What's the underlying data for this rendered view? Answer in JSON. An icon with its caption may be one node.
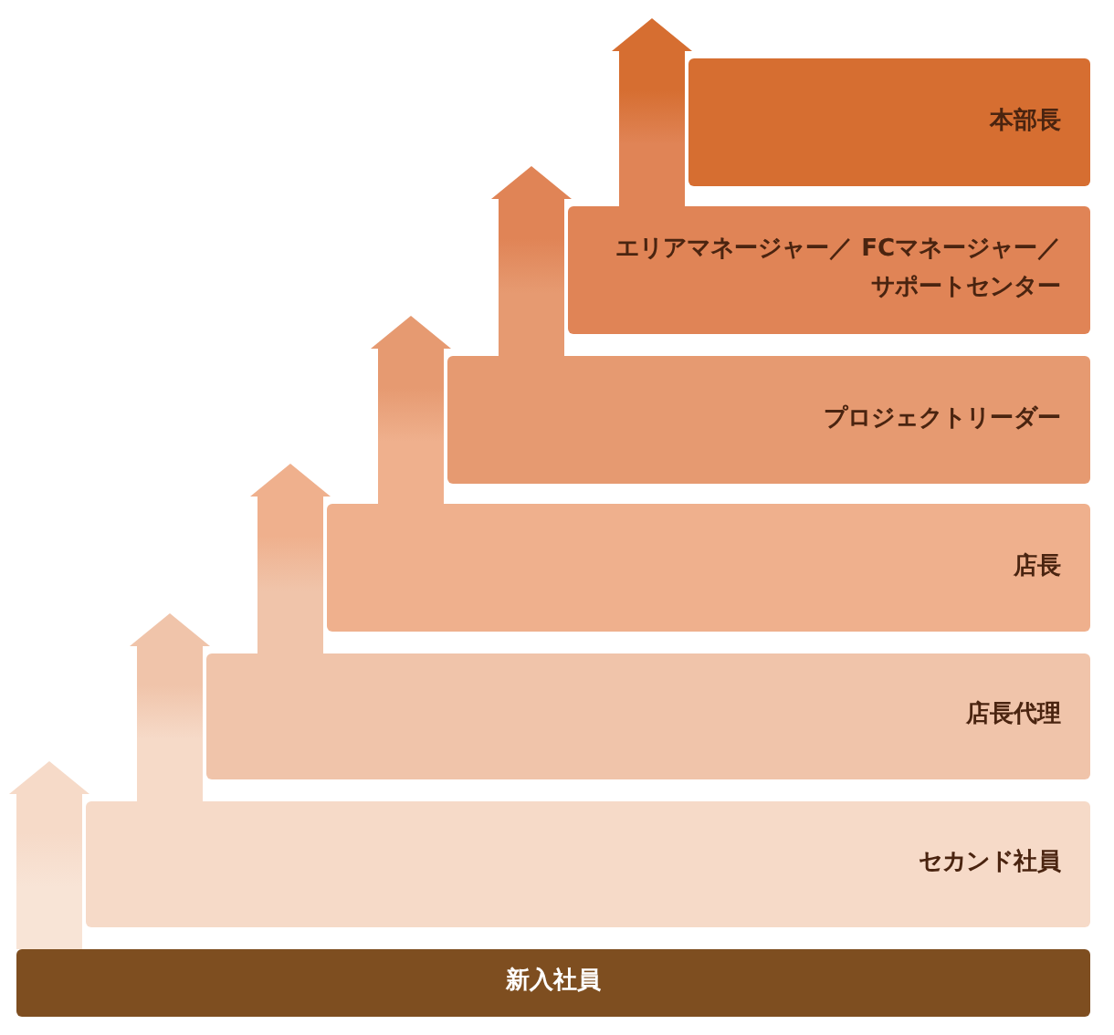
{
  "diagram": {
    "nodes": [
      {
        "text": [
          "本部長"
        ]
      },
      {
        "text": [
          "エリアマネージャー／ FCマネージャー／サポートセンター"
        ]
      },
      {
        "text": [
          "プロジェクトリーダー"
        ]
      },
      {
        "text": [
          "店長"
        ]
      },
      {
        "text": [
          "店長代理"
        ]
      },
      {
        "text": [
          "セカンド社員"
        ]
      },
      {
        "text": [
          "新入社員"
        ]
      }
    ],
    "edges": [
      {
        "from": 6,
        "to": 5,
        "arrow": "to"
      },
      {
        "from": 5,
        "to": 4,
        "arrow": "to"
      },
      {
        "from": 4,
        "to": 3,
        "arrow": "to"
      },
      {
        "from": 3,
        "to": 2,
        "arrow": "to"
      },
      {
        "from": 2,
        "to": 1,
        "arrow": "to"
      },
      {
        "from": 1,
        "to": 0,
        "arrow": "to"
      }
    ]
  }
}
